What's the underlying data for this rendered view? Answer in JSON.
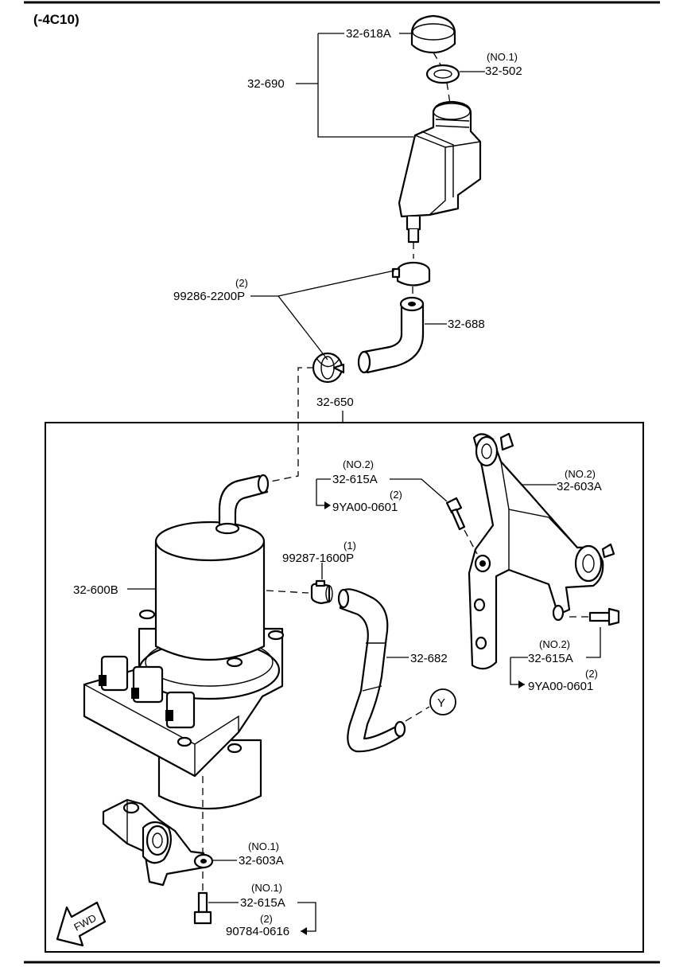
{
  "title_code": "(-4C10)",
  "labels": {
    "cap": "32-618A",
    "reservoir_assy": "32-690",
    "gasket_note": "(NO.1)",
    "gasket": "32-502",
    "clamp_qty": "(2)",
    "clamp": "99286-2200P",
    "upper_hose": "32-688",
    "pump_assy": "32-650",
    "bolt_upper_note": "(NO.2)",
    "bolt_upper": "32-615A",
    "bolt_upper_sub_qty": "(2)",
    "bolt_upper_sub": "9YA00-0601",
    "bracket_upper_note": "(NO.2)",
    "bracket_upper": "32-603A",
    "clamp2_qty": "(1)",
    "clamp2": "99287-1600P",
    "motor": "32-600B",
    "lower_hose": "32-682",
    "ref_mark": "Y",
    "bolt_right_note": "(NO.2)",
    "bolt_right": "32-615A",
    "bolt_right_sub_qty": "(2)",
    "bolt_right_sub": "9YA00-0601",
    "bracket_lower_note": "(NO.1)",
    "bracket_lower": "32-603A",
    "bolt_lower_note": "(NO.1)",
    "bolt_lower": "32-615A",
    "bolt_lower_sub_qty": "(2)",
    "bolt_lower_sub": "90784-0616",
    "fwd": "FWD"
  }
}
